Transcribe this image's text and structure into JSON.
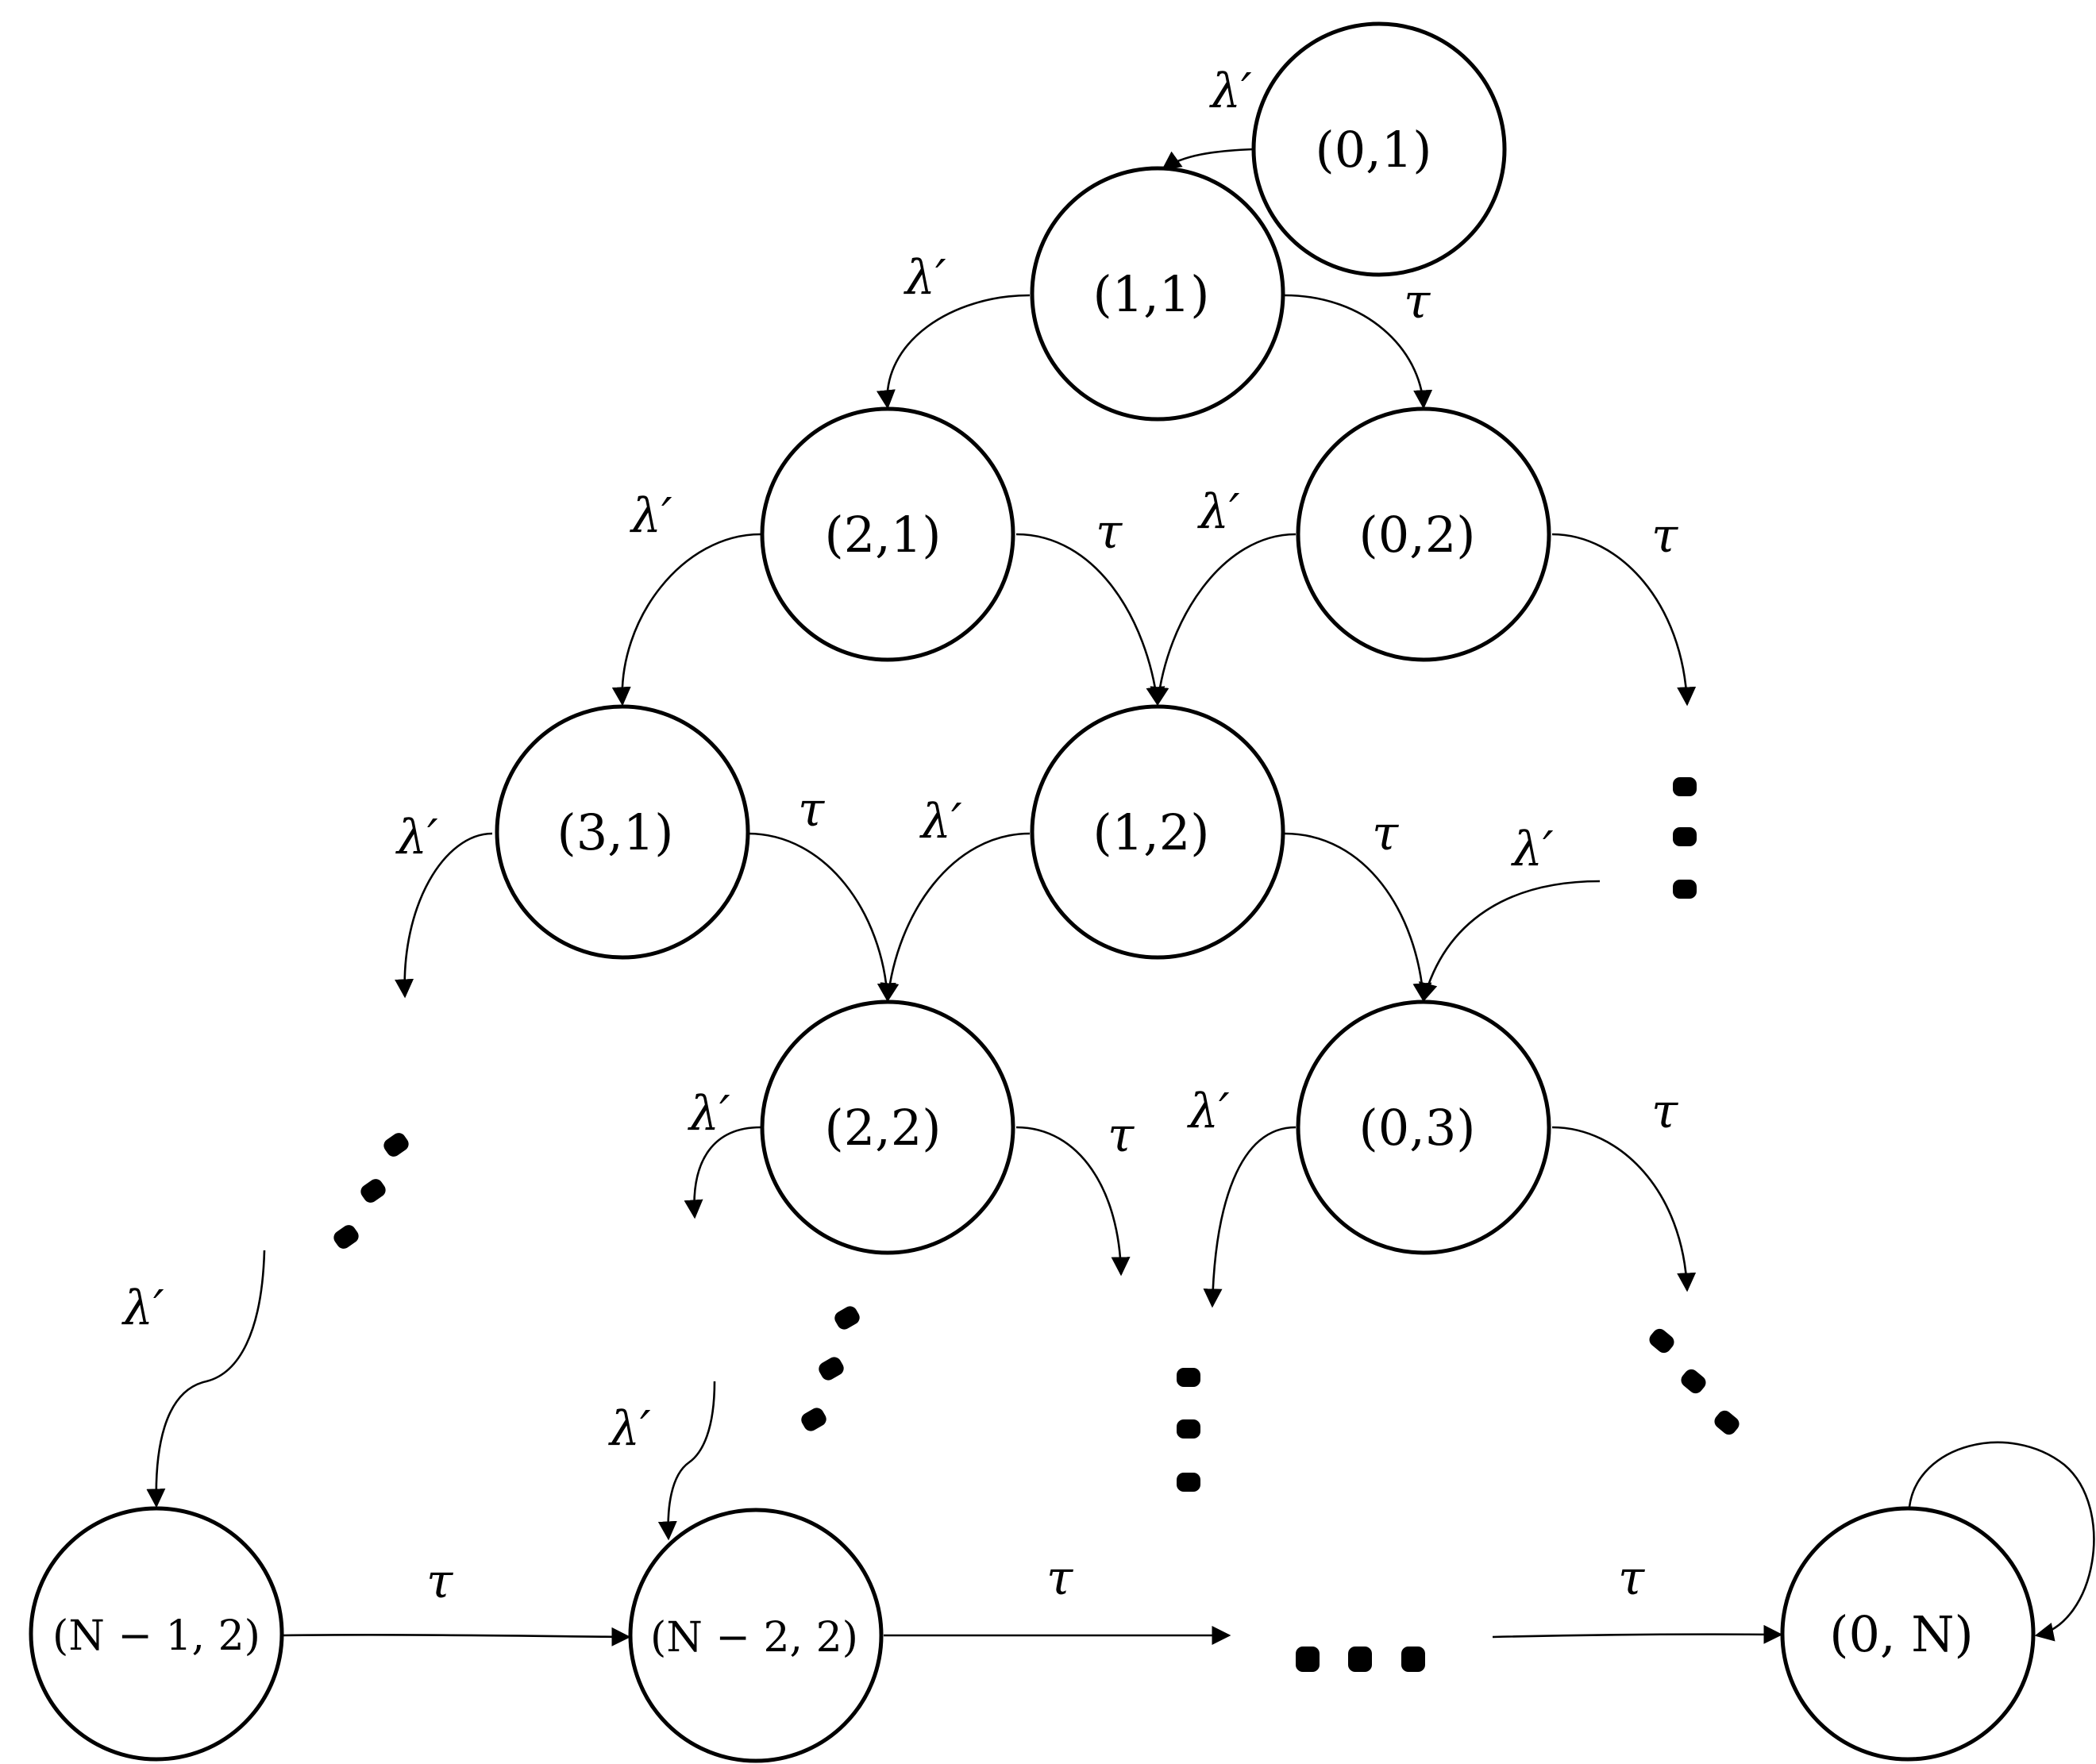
{
  "nodes": [
    {
      "id": "n01",
      "label": "(0,1)"
    },
    {
      "id": "n11",
      "label": "(1,1)"
    },
    {
      "id": "n21",
      "label": "(2,1)"
    },
    {
      "id": "n02",
      "label": "(0,2)"
    },
    {
      "id": "n31",
      "label": "(3,1)"
    },
    {
      "id": "n12",
      "label": "(1,2)"
    },
    {
      "id": "n22",
      "label": "(2,2)"
    },
    {
      "id": "n03",
      "label": "(0,3)"
    },
    {
      "id": "nN12",
      "label": "(N − 1, 2)"
    },
    {
      "id": "nN22",
      "label": "(N − 2, 2)"
    },
    {
      "id": "n0N",
      "label": "(0, N)"
    }
  ],
  "edge_labels": {
    "lambda": "λ′",
    "tau": "τ"
  },
  "colors": {
    "stroke": "#000000",
    "node_fill": "#ffffff",
    "background": "#ffffff"
  }
}
